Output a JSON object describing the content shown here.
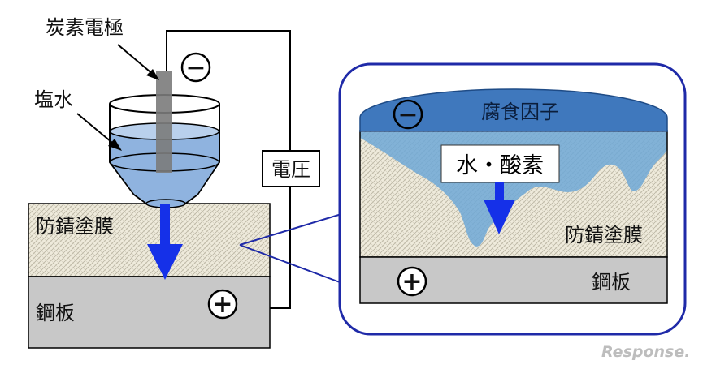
{
  "labels": {
    "electrode": "炭素電極",
    "saltwater": "塩水",
    "voltage": "電圧",
    "coating_left": "防錆塗膜",
    "steel_left": "鋼板",
    "corrosive": "腐食因子",
    "water_oxygen": "水・酸素",
    "coating_right": "防錆塗膜",
    "steel_right": "鋼板"
  },
  "signs": {
    "minus": "−",
    "plus": "+"
  },
  "watermark": "Response.",
  "colors": {
    "arrow_blue": "#1530e8",
    "border_navy": "#1f2aa8",
    "water_blue": "#8fb3df",
    "corrosive_blue": "#3f78bd",
    "penetration_blue": "#6ea8d6",
    "steel_gray": "#c8c8c8",
    "coating_bg": "#efebdc"
  }
}
